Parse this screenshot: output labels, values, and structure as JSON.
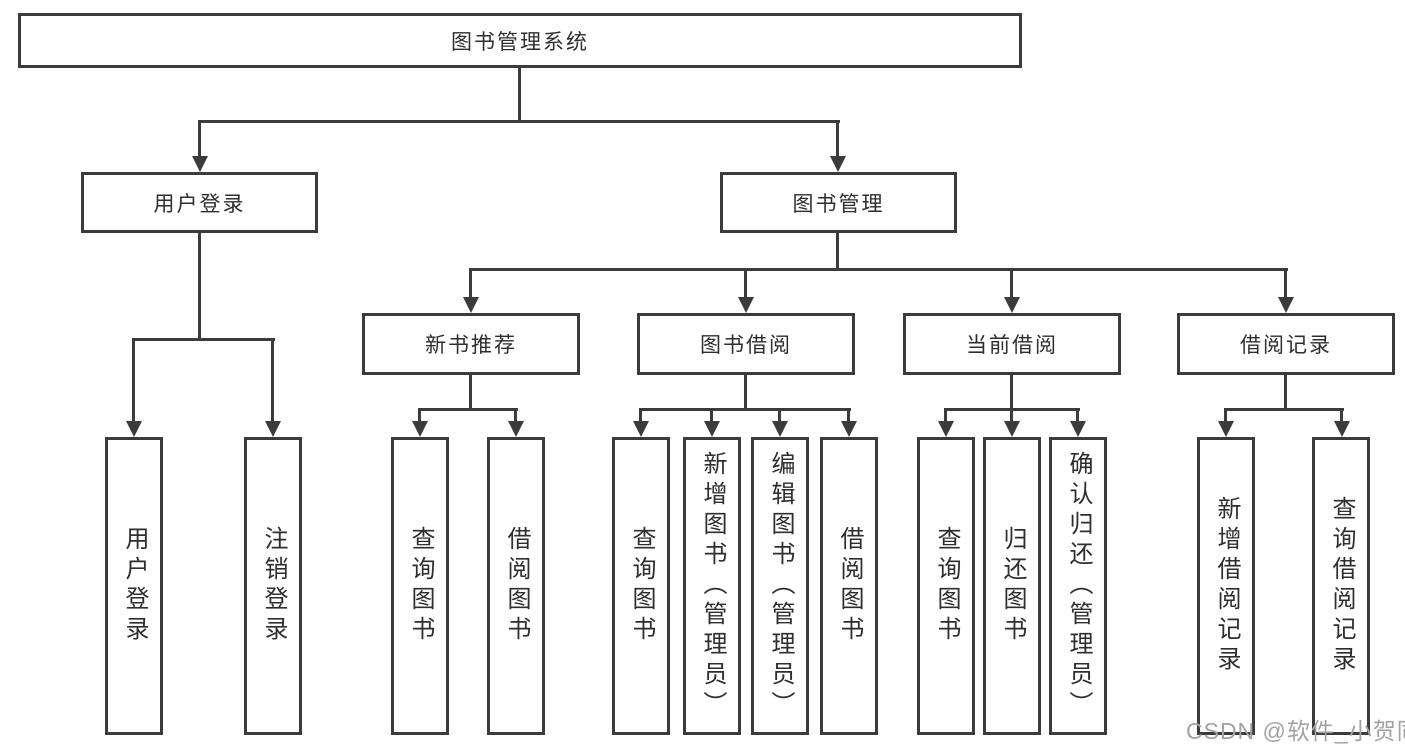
{
  "tree": {
    "root": "图书管理系统",
    "branches": [
      {
        "label": "用户登录",
        "leaves": [
          "用户登录",
          "注销登录"
        ]
      },
      {
        "label": "图书管理",
        "groups": [
          {
            "label": "新书推荐",
            "leaves": [
              "查询图书",
              "借阅图书"
            ]
          },
          {
            "label": "图书借阅",
            "leaves": [
              "查询图书",
              "新增图书（管理员）",
              "编辑图书（管理员）",
              "借阅图书"
            ]
          },
          {
            "label": "当前借阅",
            "leaves": [
              "查询图书",
              "归还图书",
              "确认归还（管理员）"
            ]
          },
          {
            "label": "借阅记录",
            "leaves": [
              "新增借阅记录",
              "查询借阅记录"
            ]
          }
        ]
      }
    ]
  },
  "watermark": {
    "text": "CSDN @软件_小贺同学"
  },
  "colors": {
    "line": "#3b3b3b",
    "text": "#2e2e2e",
    "watermark": "#a2a2a2",
    "background": "#ffffff"
  }
}
